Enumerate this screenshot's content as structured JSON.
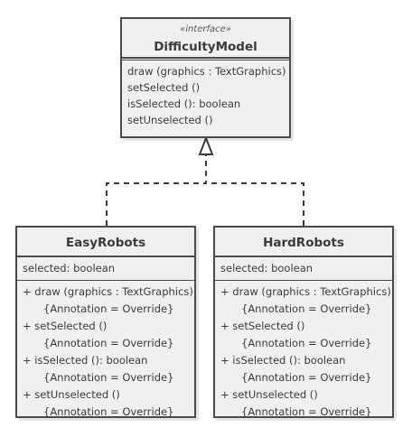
{
  "interface": {
    "stereotype": "«interface»",
    "name": "DifficultyModel",
    "operations": [
      "draw (graphics : TextGraphics)",
      "setSelected ()",
      "isSelected (): boolean",
      "setUnselected ()"
    ]
  },
  "easy": {
    "name": "EasyRobots",
    "attribute": "selected: boolean",
    "operations": [
      "+ draw (graphics : TextGraphics)",
      "{Annotation = Override}",
      "+ setSelected ()",
      "{Annotation = Override}",
      "+ isSelected (): boolean",
      "{Annotation = Override}",
      "+ setUnselected ()",
      "{Annotation = Override}"
    ]
  },
  "hard": {
    "name": "HardRobots",
    "attribute": "selected: boolean",
    "operations": [
      "+ draw (graphics : TextGraphics)",
      "{Annotation = Override}",
      "+ setSelected ()",
      "{Annotation = Override}",
      "+ isSelected (): boolean",
      "{Annotation = Override}",
      "+ setUnselected ()",
      "{Annotation = Override}"
    ]
  }
}
